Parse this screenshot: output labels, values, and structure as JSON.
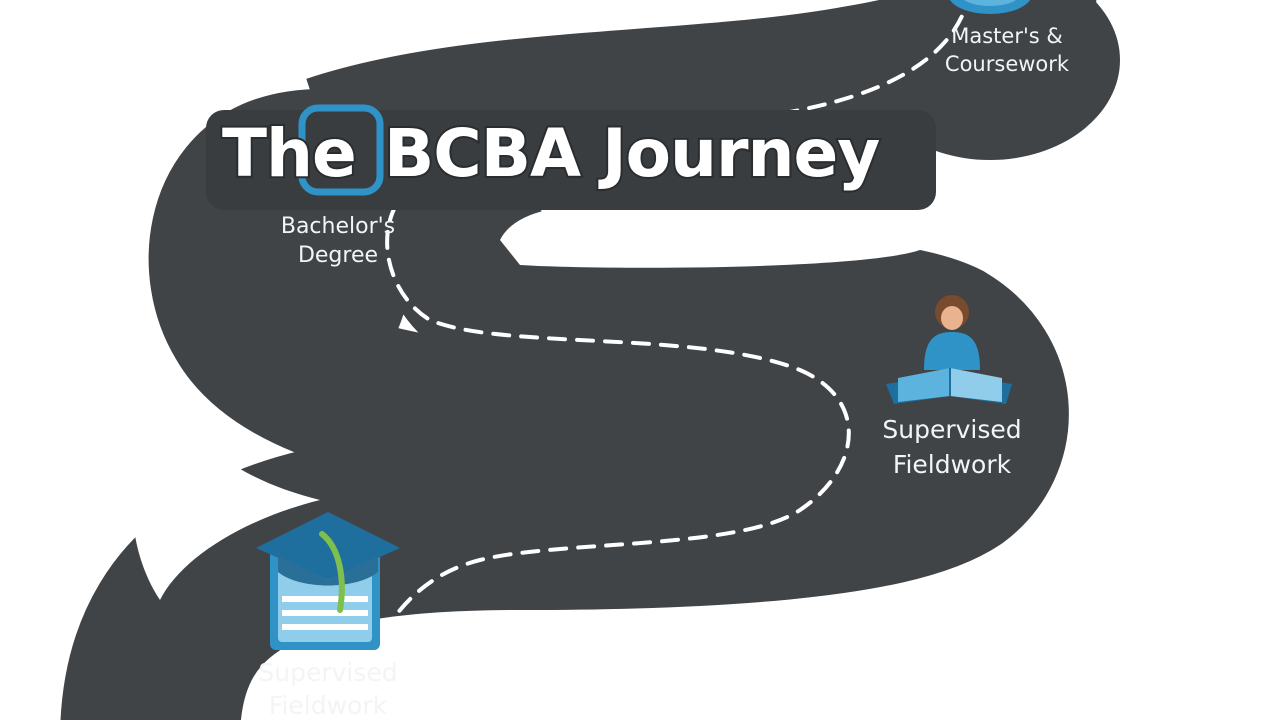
{
  "title": {
    "part1": "The",
    "part2": "BCBA Journey"
  },
  "stops": [
    {
      "line1": "Master's &",
      "line2": "Coursework"
    },
    {
      "line1": "Bachelor's",
      "line2": "Degree"
    },
    {
      "line1": "Supervised",
      "line2": "Fieldwork"
    },
    {
      "line1": "Supervised",
      "line2": "Fieldwork"
    }
  ],
  "colors": {
    "road": "#414447",
    "road_edge": "#3a3d40",
    "dashes": "#ffffff",
    "accent_blue": "#2f93c8",
    "light_blue": "#5bb3de",
    "dark_blue": "#1f6f9e",
    "background": "#ffffff"
  },
  "icons": {
    "masters": "globe-icon",
    "fieldwork_mid": "student-reading-icon",
    "fieldwork_low": "graduation-cap-book-icon"
  }
}
